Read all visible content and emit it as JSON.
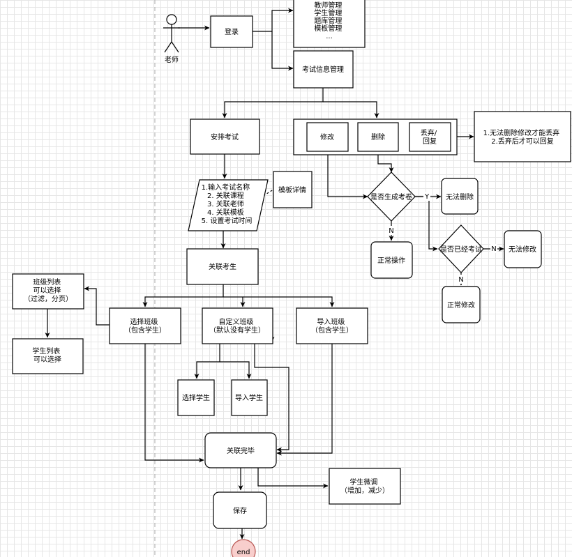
{
  "actor": {
    "label": "老师"
  },
  "nodes": {
    "login": "登录",
    "mgmt_list": [
      "教师管理",
      "学生管理",
      "题库管理",
      "模板管理",
      "..."
    ],
    "exam_info": "考试信息管理",
    "schedule": "安排考试",
    "modify": "修改",
    "delete": "删除",
    "discard": [
      "丢弃/",
      "回复"
    ],
    "note": [
      "1.无法删除修改才能丢弃",
      "2.丢弃后才可以回复"
    ],
    "steps": [
      "1.输入考试名称",
      "2. 关联课程",
      "3. 关联老师",
      "4. 关联模板",
      "5. 设置考试时间"
    ],
    "template_detail": "模板详情",
    "decision_exam_generated": "是否生成考卷",
    "cannot_delete": "无法删除",
    "decision_exam_taken": "是否已经考试",
    "cannot_modify": "无法修改",
    "normal_op": "正常操作",
    "normal_modify": "正常修改",
    "link_students": "关联考生",
    "class_list": [
      "班级列表",
      "可以选择",
      "（过滤，分页）"
    ],
    "student_list": [
      "学生列表",
      "可以选择"
    ],
    "select_class": [
      "选择班级",
      "（包含学生）"
    ],
    "custom_class": [
      "自定义班级",
      "（默认没有学生）"
    ],
    "import_class": [
      "导入班级",
      "（包含学生）"
    ],
    "select_student": "选择学生",
    "import_student": "导入学生",
    "link_done": "关联完毕",
    "adjust": [
      "学生微调",
      "（增加，减少）"
    ],
    "save": "保存",
    "end": "end"
  },
  "edge_labels": {
    "yes1": "Y",
    "no1": "N",
    "no2": "N",
    "no3": "N"
  }
}
